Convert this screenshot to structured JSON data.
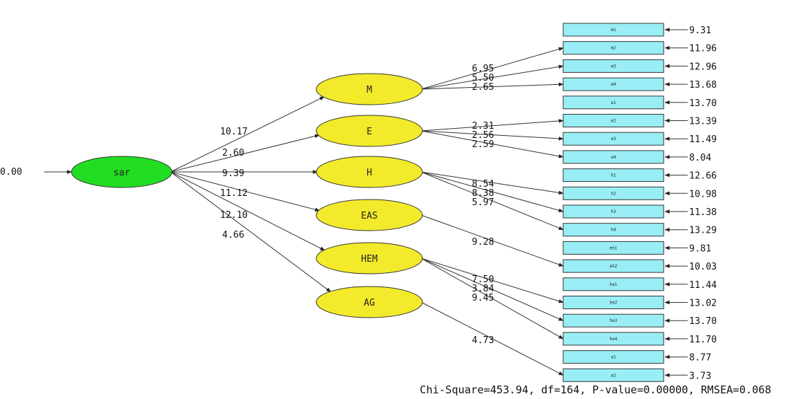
{
  "root": {
    "label": "sar",
    "error": "0.00"
  },
  "latents": [
    {
      "label": "M",
      "path": "10.17"
    },
    {
      "label": "E",
      "path": "2.60"
    },
    {
      "label": "H",
      "path": "9.39"
    },
    {
      "label": "EAS",
      "path": "11.12"
    },
    {
      "label": "HEM",
      "path": "12.10"
    },
    {
      "label": "AG",
      "path": "4.66"
    }
  ],
  "indicators": [
    {
      "label": "m1",
      "error": "9.31"
    },
    {
      "label": "m2",
      "error": "11.96"
    },
    {
      "label": "m3",
      "error": "12.96"
    },
    {
      "label": "m4",
      "error": "13.68"
    },
    {
      "label": "e1",
      "error": "13.70"
    },
    {
      "label": "e2",
      "error": "13.39"
    },
    {
      "label": "e3",
      "error": "11.49"
    },
    {
      "label": "e4",
      "error": "8.04"
    },
    {
      "label": "h1",
      "error": "12.66"
    },
    {
      "label": "h2",
      "error": "10.98"
    },
    {
      "label": "h3",
      "error": "11.38"
    },
    {
      "label": "h4",
      "error": "13.29"
    },
    {
      "label": "eh1",
      "error": "9.81"
    },
    {
      "label": "eh2",
      "error": "10.03"
    },
    {
      "label": "he1",
      "error": "11.44"
    },
    {
      "label": "he2",
      "error": "13.02"
    },
    {
      "label": "he3",
      "error": "13.70"
    },
    {
      "label": "he4",
      "error": "11.70"
    },
    {
      "label": "a1",
      "error": "8.77"
    },
    {
      "label": "a2",
      "error": "3.73"
    }
  ],
  "loadings": [
    {
      "from": 0,
      "to": 1,
      "value": "6.95"
    },
    {
      "from": 0,
      "to": 2,
      "value": "5.50"
    },
    {
      "from": 0,
      "to": 3,
      "value": "2.65"
    },
    {
      "from": 1,
      "to": 5,
      "value": "2.31"
    },
    {
      "from": 1,
      "to": 6,
      "value": "2.56"
    },
    {
      "from": 1,
      "to": 7,
      "value": "2.59"
    },
    {
      "from": 2,
      "to": 9,
      "value": "8.54"
    },
    {
      "from": 2,
      "to": 10,
      "value": "8.38"
    },
    {
      "from": 2,
      "to": 11,
      "value": "5.97"
    },
    {
      "from": 3,
      "to": 13,
      "value": "9.28"
    },
    {
      "from": 4,
      "to": 15,
      "value": "7.50"
    },
    {
      "from": 4,
      "to": 16,
      "value": "3.84"
    },
    {
      "from": 4,
      "to": 17,
      "value": "9.45"
    },
    {
      "from": 5,
      "to": 19,
      "value": "4.73"
    }
  ],
  "fit_statistics": "Chi-Square=453.94, df=164, P-value=0.00000, RMSEA=0.068",
  "colors": {
    "root_fill": "#22dd22",
    "latent_fill": "#f2ea2a",
    "indicator_fill": "#99eef6",
    "line": "#333333"
  }
}
